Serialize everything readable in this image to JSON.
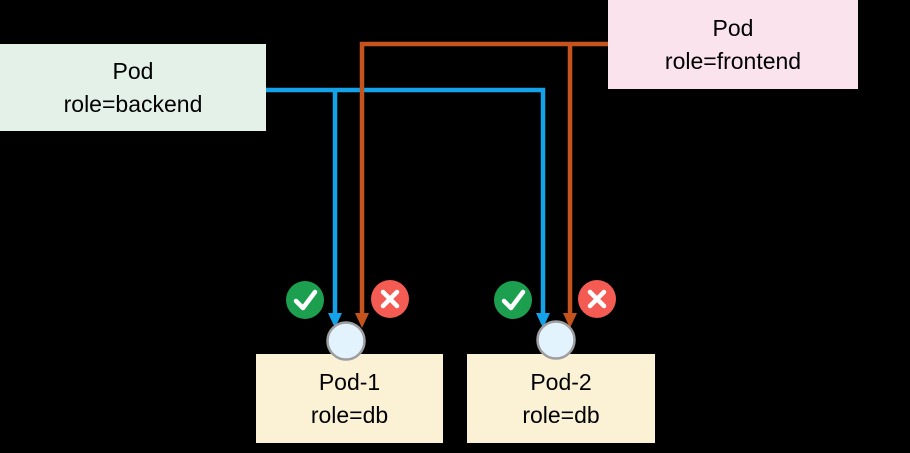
{
  "diagram": {
    "title": "network-policy-pod-selector-diagram",
    "nodes": {
      "backend": {
        "title": "Pod",
        "label": "role=backend"
      },
      "frontend": {
        "title": "Pod",
        "label": "role=frontend"
      },
      "pod1": {
        "title": "Pod-1",
        "label": "role=db"
      },
      "pod2": {
        "title": "Pod-2",
        "label": "role=db"
      }
    },
    "edges": {
      "backend_to_db": {
        "status": "allowed",
        "from": "Pod role=backend",
        "to": [
          "Pod-1 role=db",
          "Pod-2 role=db"
        ]
      },
      "frontend_to_db": {
        "status": "denied",
        "from": "Pod role=frontend",
        "to": [
          "Pod-1 role=db",
          "Pod-2 role=db"
        ]
      }
    },
    "icons": {
      "allowed": "check-icon",
      "denied": "cross-icon",
      "port": "port-circle-icon"
    },
    "colors": {
      "background": "#000000",
      "backend_box_fill": "#e3f1e9",
      "frontend_box_fill": "#fbe3ee",
      "db_box_fill": "#fbf2d6",
      "backend_line_blue": "#14a3e8",
      "frontend_line_orange": "#c4531e",
      "allowed_green": "#1ca04f",
      "denied_red": "#f45b52",
      "port_fill": "#e3f3fd",
      "port_stroke": "#9e9ea0",
      "text": "#000000"
    }
  }
}
